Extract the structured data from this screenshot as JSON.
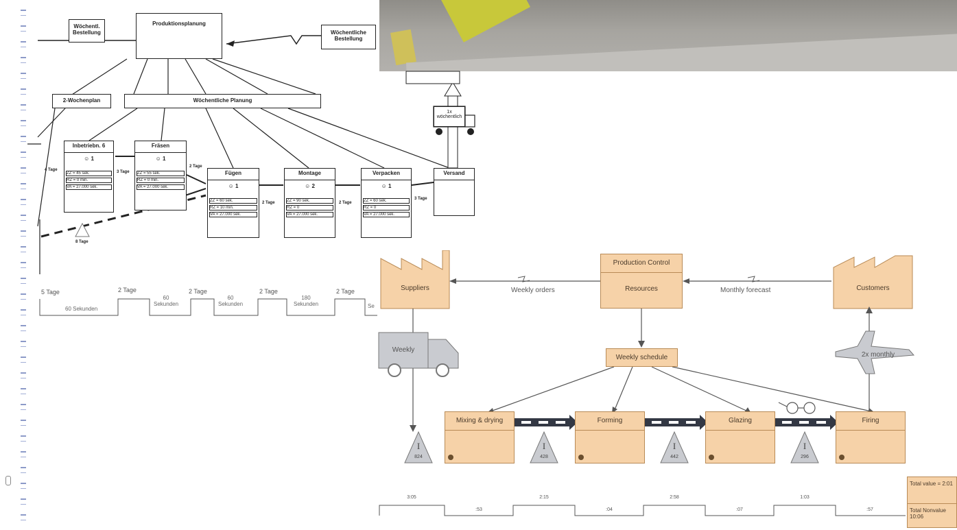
{
  "german_map": {
    "production_planning": "Produktionsplanung",
    "weekly_order_left": "Wöchentl. Bestellung",
    "weekly_order_right": "Wöchentliche Bestellung",
    "two_week_plan": "2-Wochenplan",
    "weekly_planning": "Wöchentliche Planung",
    "truck_note": "1x wöchentlich",
    "processes": [
      {
        "name": "Inbetriebn. 6",
        "op": "1",
        "rows": [
          "ZZ = 45 sek.",
          "RZ = 0 min.",
          "VA = 27.000 sek."
        ]
      },
      {
        "name": "Fräsen",
        "op": "1",
        "rows": [
          "ZZ = 55 sek.",
          "RZ = 0 min.",
          "VA = 27.000 sek."
        ]
      },
      {
        "name": "Fügen",
        "op": "1",
        "rows": [
          "ZZ = 60 sek.",
          "RZ = 10 min.",
          "VA = 27.000 sek."
        ]
      },
      {
        "name": "Montage",
        "op": "2",
        "rows": [
          "ZZ = 90 sek.",
          "RZ = 0",
          "VA = 27.000 sek."
        ]
      },
      {
        "name": "Verpacken",
        "op": "1",
        "rows": [
          "ZZ = 60 sek.",
          "RZ = 0",
          "VA = 27.000 sek."
        ]
      },
      {
        "name": "Versand",
        "op": "",
        "rows": []
      }
    ],
    "inventory_labels": [
      "4 Tage",
      "3 Tage",
      "2 Tage",
      "2 Tage",
      "2 Tage",
      "3 Tage",
      "8 Tage"
    ],
    "timeline_top": [
      "5 Tage",
      "2 Tage",
      "2 Tage",
      "2 Tage",
      "2 Tage"
    ],
    "timeline_bottom": [
      "60 Sekunden",
      "60 Sekunden",
      "60 Sekunden",
      "180 Sekunden",
      "Se"
    ]
  },
  "english_map": {
    "suppliers": "Suppliers",
    "customers": "Customers",
    "production_control": "Production Control",
    "resources": "Resources",
    "weekly_orders": "Weekly orders",
    "monthly_forecast": "Monthly forecast",
    "weekly_schedule": "Weekly schedule",
    "truck_label": "Weekly",
    "plane_label": "2x monthly",
    "processes": [
      "Mixing & drying",
      "Forming",
      "Glazing",
      "Firing"
    ],
    "inventory": [
      {
        "symbol": "I",
        "value": "824"
      },
      {
        "symbol": "I",
        "value": "428"
      },
      {
        "symbol": "I",
        "value": "442"
      },
      {
        "symbol": "I",
        "value": "296"
      }
    ],
    "timeline_top": [
      "3:05",
      "2:15",
      "2:58",
      "1:03"
    ],
    "timeline_bottom": [
      ":53",
      ":04",
      ":07",
      ":57"
    ],
    "total_value": "Total value = 2:01",
    "total_nonvalue": "Total Nonvalue 10:06"
  },
  "colors": {
    "process_fill": "#f6d2a8",
    "process_border": "#b88a55",
    "push_arrow": "#333844",
    "inventory_fill": "#c9cbd0"
  }
}
